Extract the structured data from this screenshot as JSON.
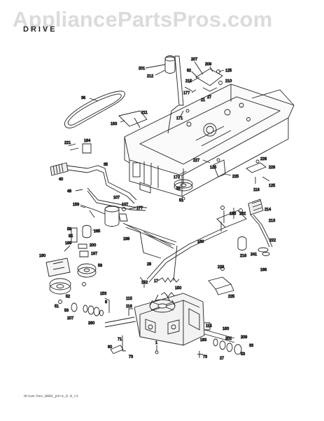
{
  "watermark": "AppliancePartsPros.com",
  "title": "DRIVE",
  "footer_code": "drive-hsv_0001_ptrs_6.9_r1",
  "part_labels": [
    {
      "n": "201"
    },
    {
      "n": "212"
    },
    {
      "n": "207"
    },
    {
      "n": "92"
    },
    {
      "n": "209"
    },
    {
      "n": "125"
    },
    {
      "n": "215"
    },
    {
      "n": "27"
    },
    {
      "n": "210"
    },
    {
      "n": "177"
    },
    {
      "n": "21"
    },
    {
      "n": "36"
    },
    {
      "n": "211"
    },
    {
      "n": "183"
    },
    {
      "n": "171"
    },
    {
      "n": "221"
    },
    {
      "n": "184"
    },
    {
      "n": "35"
    },
    {
      "n": "40"
    },
    {
      "n": "227"
    },
    {
      "n": "125"
    },
    {
      "n": "226"
    },
    {
      "n": "226"
    },
    {
      "n": "225"
    },
    {
      "n": "125"
    },
    {
      "n": "116"
    },
    {
      "n": "172"
    },
    {
      "n": "52"
    },
    {
      "n": "51"
    },
    {
      "n": "48"
    },
    {
      "n": "107"
    },
    {
      "n": "159"
    },
    {
      "n": "177"
    },
    {
      "n": "107"
    },
    {
      "n": "59"
    },
    {
      "n": "55"
    },
    {
      "n": "165"
    },
    {
      "n": "200"
    },
    {
      "n": "198"
    },
    {
      "n": "214"
    },
    {
      "n": "213"
    },
    {
      "n": "160"
    },
    {
      "n": "182"
    },
    {
      "n": "222"
    },
    {
      "n": "189"
    },
    {
      "n": "169"
    },
    {
      "n": "197"
    },
    {
      "n": "28"
    },
    {
      "n": "190"
    },
    {
      "n": "56"
    },
    {
      "n": "216"
    },
    {
      "n": "241"
    },
    {
      "n": "166"
    },
    {
      "n": "223"
    },
    {
      "n": "52"
    },
    {
      "n": "51"
    },
    {
      "n": "152"
    },
    {
      "n": "17"
    },
    {
      "n": "150"
    },
    {
      "n": "225"
    },
    {
      "n": "153"
    },
    {
      "n": "8"
    },
    {
      "n": "115"
    },
    {
      "n": "115"
    },
    {
      "n": "116"
    },
    {
      "n": "53"
    },
    {
      "n": "207"
    },
    {
      "n": "260"
    },
    {
      "n": "71"
    },
    {
      "n": "90"
    },
    {
      "n": "1"
    },
    {
      "n": "163"
    },
    {
      "n": "202"
    },
    {
      "n": "209"
    },
    {
      "n": "73"
    },
    {
      "n": "27"
    },
    {
      "n": "33"
    },
    {
      "n": "53"
    },
    {
      "n": "73"
    },
    {
      "n": "183"
    }
  ]
}
